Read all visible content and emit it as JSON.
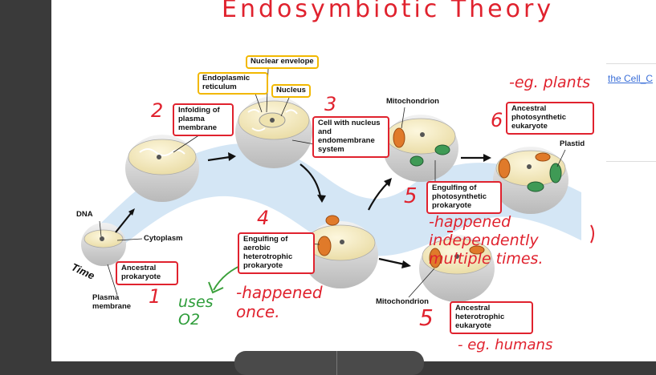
{
  "title": "Endosymbiotic Theory",
  "side_link": "the Cell_C",
  "labels": {
    "nuclear_envelope": "Nuclear envelope",
    "endoplasmic_reticulum": "Endoplasmic reticulum",
    "nucleus": "Nucleus",
    "infolding": "Infolding of plasma membrane",
    "cell_with_nucleus": "Cell with nucleus and endomembrane system",
    "mitochondrion_top": "Mitochondrion",
    "ancestral_photosynthetic": "Ancestral photosynthetic eukaryote",
    "plastid": "Plastid",
    "engulfing_photosynthetic": "Engulfing of photosynthetic prokaryote",
    "dna": "DNA",
    "cytoplasm": "Cytoplasm",
    "time": "Time",
    "ancestral_prokaryote": "Ancestral prokaryote",
    "plasma_membrane": "Plasma membrane",
    "engulfing_aerobic": "Engulfing of aerobic heterotrophic prokaryote",
    "mitochondrion_bottom": "Mitochondrion",
    "ancestral_heterotrophic": "Ancestral heterotrophic eukaryote"
  },
  "annotations": {
    "n1": "1",
    "n2": "2",
    "n3": "3",
    "n4": "4",
    "n5a": "5",
    "n5b": "5",
    "n6": "6",
    "eg_plants": "-eg. plants",
    "happened_independently": "-happened independently multiple times.",
    "uses_o2": "uses O2",
    "happened_once": "-happened once.",
    "eg_humans": "- eg. humans"
  },
  "colors": {
    "annotation_red": "#e0222e",
    "box_yellow": "#f2b800",
    "flow_blue": "#cfe3f4",
    "cell_cream": "#f6ecc4",
    "mito_orange": "#e07a2a",
    "plastid_green": "#3f9a55"
  }
}
